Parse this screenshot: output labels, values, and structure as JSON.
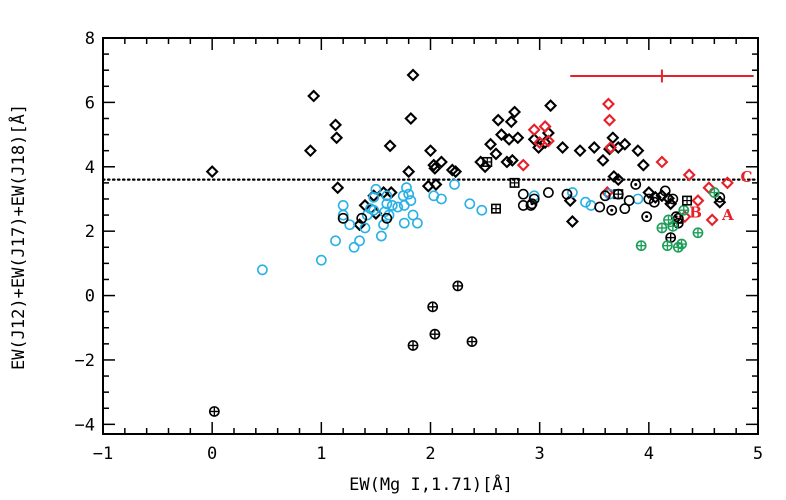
{
  "chart_data": {
    "type": "scatter",
    "title": "",
    "xlabel": "EW(Mg I,1.71)[Å]",
    "ylabel": "EW(J12)+EW(J17)+EW(J18)[Å]",
    "xlim": [
      -1,
      5
    ],
    "ylim": [
      -4.3,
      8
    ],
    "x_ticks": [
      -1,
      0,
      1,
      2,
      3,
      4,
      5
    ],
    "y_ticks": [
      -4,
      -2,
      0,
      2,
      4,
      6,
      8
    ],
    "x_tick_labels": [
      "−1",
      "0",
      "1",
      "2",
      "3",
      "4",
      "5"
    ],
    "y_tick_labels": [
      "−4",
      "−2",
      "0",
      "2",
      "4",
      "6",
      "8"
    ],
    "grid": false,
    "legend": "none",
    "reference_line": {
      "y": 3.6,
      "style": "dotted",
      "color": "#000000"
    },
    "error_bar": {
      "x": 4.12,
      "y": 6.82,
      "xerr_low": 0.84,
      "xerr_high": 0.84,
      "yerr": 0.2,
      "color": "#e8202a"
    },
    "colors": {
      "black": "#000000",
      "red": "#e8202a",
      "cyan": "#29b1e6",
      "green": "#1d9f5a"
    },
    "annotations": [
      {
        "text": "A",
        "x": 4.67,
        "y": 2.5,
        "color": "#e8202a"
      },
      {
        "text": "B",
        "x": 4.37,
        "y": 2.58,
        "color": "#e8202a"
      },
      {
        "text": "C",
        "x": 4.84,
        "y": 3.68,
        "color": "#e8202a"
      }
    ],
    "series": [
      {
        "marker": "diamond",
        "color": "#000000",
        "points": [
          [
            0.93,
            6.2
          ],
          [
            1.84,
            6.85
          ],
          [
            0.9,
            4.5
          ],
          [
            1.13,
            5.3
          ],
          [
            1.14,
            4.9
          ],
          [
            0.0,
            3.85
          ],
          [
            1.15,
            3.35
          ],
          [
            1.63,
            4.65
          ],
          [
            1.82,
            5.5
          ],
          [
            1.8,
            3.85
          ],
          [
            2.0,
            4.5
          ],
          [
            2.03,
            4.05
          ],
          [
            2.04,
            3.95
          ],
          [
            2.1,
            4.15
          ],
          [
            2.2,
            3.9
          ],
          [
            2.23,
            3.85
          ],
          [
            2.05,
            3.45
          ],
          [
            1.98,
            3.4
          ],
          [
            2.55,
            4.7
          ],
          [
            2.6,
            4.4
          ],
          [
            2.62,
            5.45
          ],
          [
            2.65,
            5.0
          ],
          [
            2.72,
            4.85
          ],
          [
            2.74,
            5.4
          ],
          [
            2.77,
            5.7
          ],
          [
            2.8,
            4.9
          ],
          [
            2.7,
            4.15
          ],
          [
            2.75,
            4.2
          ],
          [
            2.95,
            4.85
          ],
          [
            2.99,
            4.6
          ],
          [
            3.05,
            4.75
          ],
          [
            3.08,
            5.05
          ],
          [
            3.1,
            5.9
          ],
          [
            3.21,
            4.6
          ],
          [
            3.5,
            4.6
          ],
          [
            3.37,
            4.5
          ],
          [
            3.64,
            4.55
          ],
          [
            3.67,
            4.9
          ],
          [
            3.72,
            4.6
          ],
          [
            3.78,
            4.7
          ],
          [
            3.58,
            4.2
          ],
          [
            3.9,
            4.5
          ],
          [
            3.95,
            4.05
          ],
          [
            3.68,
            3.7
          ],
          [
            3.72,
            3.6
          ],
          [
            4.0,
            3.2
          ],
          [
            4.06,
            3.05
          ],
          [
            4.12,
            3.1
          ],
          [
            4.18,
            3.02
          ],
          [
            4.2,
            2.85
          ],
          [
            3.28,
            2.95
          ],
          [
            3.3,
            2.3
          ],
          [
            1.4,
            2.8
          ],
          [
            1.48,
            3.1
          ],
          [
            1.5,
            2.55
          ],
          [
            1.57,
            3.2
          ],
          [
            1.64,
            3.2
          ],
          [
            1.35,
            2.2
          ],
          [
            2.46,
            4.15
          ],
          [
            2.5,
            4.0
          ],
          [
            4.65,
            2.9
          ]
        ]
      },
      {
        "marker": "diamond",
        "color": "#e8202a",
        "points": [
          [
            2.95,
            5.15
          ],
          [
            3.0,
            4.75
          ],
          [
            3.05,
            5.25
          ],
          [
            3.08,
            4.8
          ],
          [
            3.63,
            5.95
          ],
          [
            3.64,
            5.45
          ],
          [
            3.65,
            4.6
          ],
          [
            2.85,
            4.05
          ],
          [
            3.62,
            3.2
          ],
          [
            4.12,
            4.15
          ],
          [
            4.37,
            3.75
          ],
          [
            4.45,
            2.95
          ],
          [
            4.55,
            3.35
          ],
          [
            4.58,
            2.35
          ],
          [
            4.72,
            3.5
          ],
          [
            4.33,
            2.45
          ]
        ]
      },
      {
        "marker": "circle",
        "color": "#29b1e6",
        "points": [
          [
            0.46,
            0.8
          ],
          [
            1.0,
            1.1
          ],
          [
            1.13,
            1.7
          ],
          [
            1.2,
            2.8
          ],
          [
            1.2,
            2.5
          ],
          [
            1.26,
            2.2
          ],
          [
            1.3,
            1.5
          ],
          [
            1.35,
            1.7
          ],
          [
            1.4,
            2.1
          ],
          [
            1.42,
            2.5
          ],
          [
            1.45,
            2.7
          ],
          [
            1.48,
            2.65
          ],
          [
            1.5,
            3.3
          ],
          [
            1.55,
            1.85
          ],
          [
            1.57,
            2.2
          ],
          [
            1.58,
            2.6
          ],
          [
            1.6,
            2.85
          ],
          [
            1.62,
            2.5
          ],
          [
            1.65,
            2.8
          ],
          [
            1.7,
            2.75
          ],
          [
            1.75,
            3.1
          ],
          [
            1.78,
            3.35
          ],
          [
            1.76,
            2.8
          ],
          [
            1.8,
            3.15
          ],
          [
            1.82,
            2.95
          ],
          [
            1.84,
            2.5
          ],
          [
            1.88,
            2.25
          ],
          [
            1.76,
            2.25
          ],
          [
            2.03,
            3.1
          ],
          [
            2.1,
            3.0
          ],
          [
            2.22,
            3.45
          ],
          [
            2.36,
            2.85
          ],
          [
            2.47,
            2.65
          ],
          [
            2.95,
            3.1
          ],
          [
            3.3,
            3.2
          ],
          [
            3.42,
            2.9
          ],
          [
            3.47,
            2.8
          ],
          [
            3.64,
            3.15
          ],
          [
            3.9,
            3.0
          ],
          [
            1.6,
            3.1
          ],
          [
            1.48,
            3.05
          ]
        ]
      },
      {
        "marker": "circle",
        "color": "#000000",
        "points": [
          [
            1.2,
            2.4
          ],
          [
            1.37,
            2.4
          ],
          [
            1.6,
            2.4
          ],
          [
            2.85,
            3.15
          ],
          [
            2.95,
            3.0
          ],
          [
            3.08,
            3.2
          ],
          [
            3.25,
            3.15
          ],
          [
            3.55,
            2.75
          ],
          [
            3.6,
            3.1
          ],
          [
            3.72,
            3.15
          ],
          [
            3.78,
            2.7
          ],
          [
            3.82,
            2.95
          ],
          [
            4.0,
            3.0
          ],
          [
            4.05,
            2.9
          ],
          [
            4.15,
            3.25
          ],
          [
            4.22,
            3.0
          ],
          [
            4.27,
            2.4
          ],
          [
            2.85,
            2.8
          ],
          [
            2.92,
            2.8
          ]
        ]
      },
      {
        "marker": "circle-dot",
        "color": "#000000",
        "points": [
          [
            2.93,
            2.85
          ],
          [
            3.66,
            2.65
          ],
          [
            3.88,
            3.45
          ],
          [
            3.98,
            2.45
          ],
          [
            4.25,
            2.45
          ],
          [
            4.65,
            3.05
          ]
        ]
      },
      {
        "marker": "circle-plus",
        "color": "#000000",
        "points": [
          [
            0.02,
            -3.6
          ],
          [
            1.84,
            -1.55
          ],
          [
            2.02,
            -0.35
          ],
          [
            2.04,
            -1.2
          ],
          [
            2.25,
            0.3
          ],
          [
            2.38,
            -1.43
          ],
          [
            4.2,
            1.8
          ],
          [
            4.27,
            2.25
          ]
        ]
      },
      {
        "marker": "circle-plus",
        "color": "#1d9f5a",
        "points": [
          [
            3.93,
            1.55
          ],
          [
            4.12,
            2.1
          ],
          [
            4.17,
            1.55
          ],
          [
            4.22,
            2.15
          ],
          [
            4.18,
            2.35
          ],
          [
            4.27,
            1.5
          ],
          [
            4.3,
            1.6
          ],
          [
            4.32,
            2.65
          ],
          [
            4.45,
            1.95
          ],
          [
            4.6,
            3.2
          ]
        ]
      },
      {
        "marker": "square-plus",
        "color": "#000000",
        "points": [
          [
            2.52,
            4.15
          ],
          [
            2.6,
            2.7
          ],
          [
            2.77,
            3.5
          ],
          [
            3.72,
            3.15
          ],
          [
            4.35,
            2.95
          ]
        ]
      }
    ]
  }
}
